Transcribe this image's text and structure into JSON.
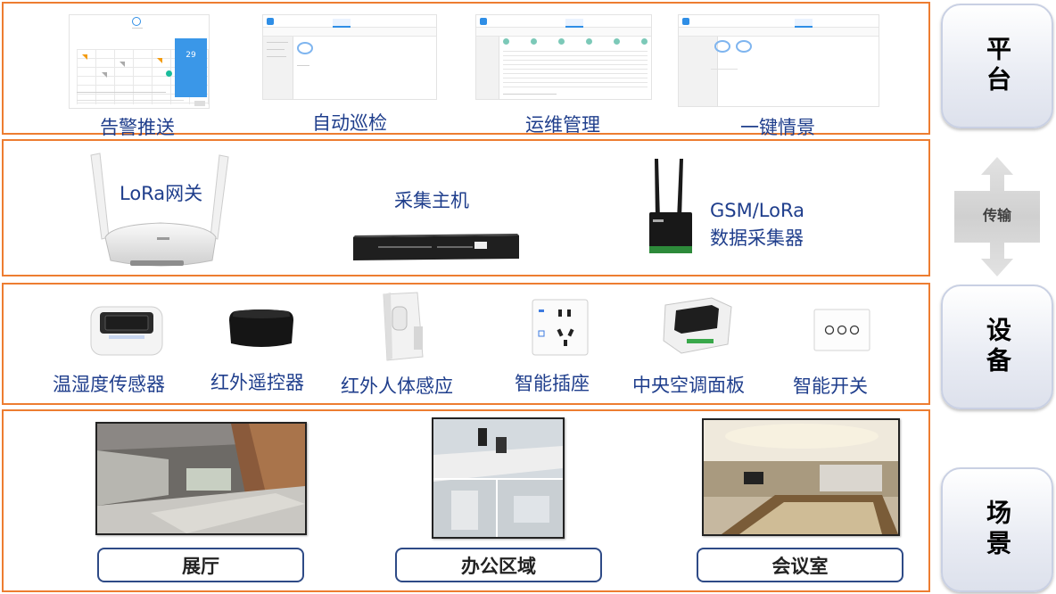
{
  "layers": {
    "platform": "平台",
    "device": "设备",
    "scene": "场景",
    "transfer": "传输"
  },
  "platform": {
    "items": [
      {
        "label": "告警推送"
      },
      {
        "label": "自动巡检"
      },
      {
        "label": "运维管理"
      },
      {
        "label": "一键情景"
      }
    ],
    "calendar_day": "29"
  },
  "gateway": {
    "items": [
      {
        "label": "LoRa网关"
      },
      {
        "label": "采集主机"
      },
      {
        "label_line1": "GSM/LoRa",
        "label_line2": "数据采集器"
      }
    ]
  },
  "devices": {
    "items": [
      {
        "label": "温湿度传感器"
      },
      {
        "label": "红外遥控器"
      },
      {
        "label": "红外人体感应"
      },
      {
        "label": "智能插座"
      },
      {
        "label": "中央空调面板"
      },
      {
        "label": "智能开关"
      }
    ]
  },
  "scenes": {
    "items": [
      {
        "label": "展厅"
      },
      {
        "label": "办公区域"
      },
      {
        "label": "会议室"
      }
    ]
  },
  "colors": {
    "band_border": "#ED7D31",
    "label_text": "#1F3E8C",
    "scene_button_border": "#2E4A86"
  }
}
